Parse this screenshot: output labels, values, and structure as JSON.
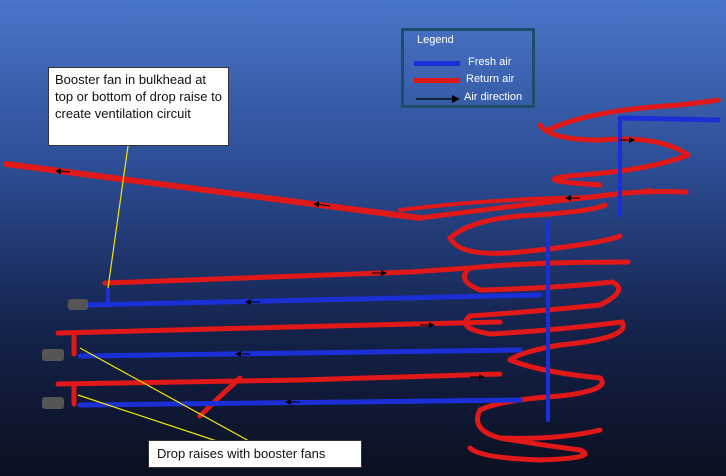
{
  "callouts": {
    "booster_bulkhead": "Booster fan in bulkhead at top or bottom of drop raise to create ventilation circuit",
    "drop_raises": "Drop raises with booster fans"
  },
  "legend": {
    "title": "Legend",
    "fresh_air": "Fresh air",
    "return_air": "Return air",
    "air_direction": "Air direction"
  },
  "colors": {
    "fresh_air": "#1a2fd6",
    "return_air": "#e01818",
    "background_top": "#4a76c8",
    "background_bottom": "#0b1020",
    "leader_line": "#f2e600"
  }
}
